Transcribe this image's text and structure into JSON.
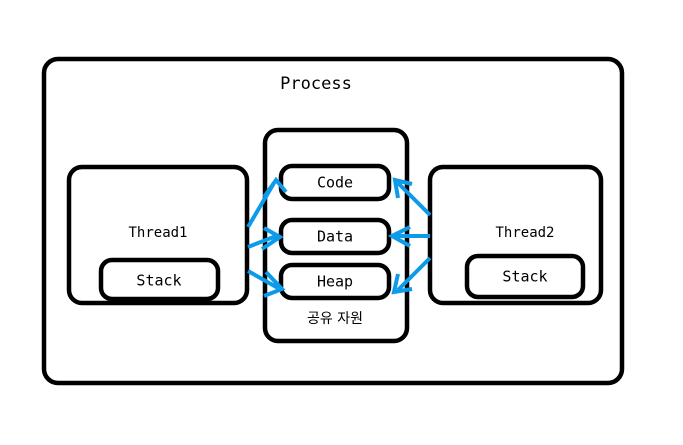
{
  "diagram": {
    "title_label": "Process",
    "colors": {
      "stroke": "#000000",
      "background": "#ffffff",
      "arrow": "#0d9ae8"
    },
    "outer": {
      "name": "process-container",
      "label": "Process"
    },
    "threads": [
      {
        "id": "thread1",
        "label": "Thread1",
        "stack_label": "Stack"
      },
      {
        "id": "thread2",
        "label": "Thread2",
        "stack_label": "Stack"
      }
    ],
    "shared": {
      "caption": "공유 자원",
      "regions": [
        {
          "id": "code",
          "label": "Code"
        },
        {
          "id": "data",
          "label": "Data"
        },
        {
          "id": "heap",
          "label": "Heap"
        }
      ]
    },
    "arrows": [
      {
        "id": "thread1-to-code",
        "from": "thread1",
        "to": "code",
        "direction": "right"
      },
      {
        "id": "thread1-to-data",
        "from": "thread1",
        "to": "data",
        "direction": "right"
      },
      {
        "id": "thread1-to-heap",
        "from": "thread1",
        "to": "heap",
        "direction": "right"
      },
      {
        "id": "thread2-to-code",
        "from": "thread2",
        "to": "code",
        "direction": "left"
      },
      {
        "id": "thread2-to-data",
        "from": "thread2",
        "to": "data",
        "direction": "left"
      },
      {
        "id": "thread2-to-heap",
        "from": "thread2",
        "to": "heap",
        "direction": "left"
      }
    ]
  }
}
